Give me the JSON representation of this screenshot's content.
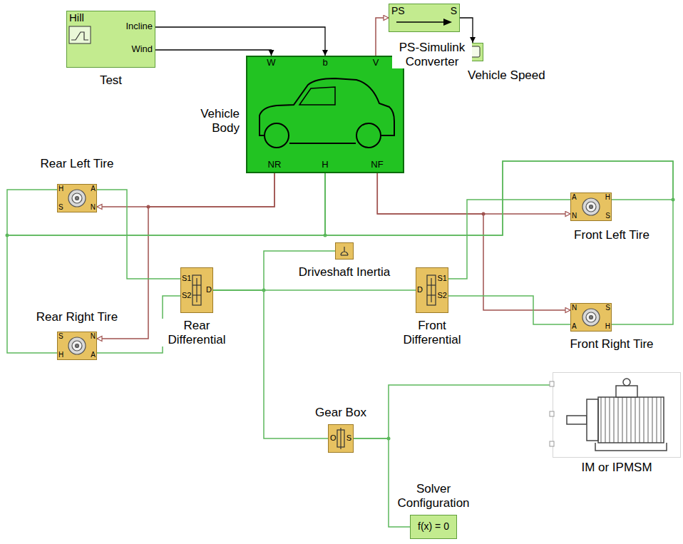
{
  "diagram": {
    "nodes": [
      {
        "text": [
          "Hill",
          "Incline",
          "Wind",
          "Test"
        ]
      },
      {
        "text": [
          "PS",
          "S",
          "PS-Simulink Converter"
        ]
      },
      {
        "text": [
          "Vehicle Speed"
        ]
      },
      {
        "text": [
          "W",
          "b",
          "V",
          "NR",
          "H",
          "NF",
          "Vehicle Body"
        ]
      },
      {
        "text": [
          "H",
          "A",
          "S",
          "N",
          "Rear Left Tire"
        ]
      },
      {
        "text": [
          "A",
          "H",
          "N",
          "S",
          "Front Left Tire"
        ]
      },
      {
        "text": [
          "Driveshaft Inertia"
        ]
      },
      {
        "text": [
          "S1",
          "S2",
          "D",
          "Rear Differential"
        ]
      },
      {
        "text": [
          "D",
          "S1",
          "S2",
          "Front Differential"
        ]
      },
      {
        "text": [
          "S",
          "N",
          "H",
          "A",
          "Rear Right Tire"
        ]
      },
      {
        "text": [
          "N",
          "S",
          "A",
          "H",
          "Front Right Tire"
        ]
      },
      {
        "text": [
          "O",
          "S",
          "Gear Box"
        ]
      },
      {
        "text": [
          "IM or IPMSM"
        ]
      },
      {
        "text": [
          "f(x) = 0",
          "Solver Configuration"
        ]
      }
    ],
    "edges": [
      {
        "from": 0,
        "to": 3,
        "arrow": "to"
      },
      {
        "from": 0,
        "to": 3,
        "arrow": "to"
      },
      {
        "from": 3,
        "to": 1,
        "arrow": "to"
      },
      {
        "from": 1,
        "to": 2,
        "arrow": "to"
      },
      {
        "from": 3,
        "to": 4,
        "arrow": "to"
      },
      {
        "from": 3,
        "to": 9,
        "arrow": "to"
      },
      {
        "from": 3,
        "to": 5,
        "arrow": "to"
      },
      {
        "from": 3,
        "to": 10,
        "arrow": "to"
      },
      {
        "from": 3,
        "to": 4,
        "arrow": "none"
      },
      {
        "from": 3,
        "to": 9,
        "arrow": "none"
      },
      {
        "from": 3,
        "to": 5,
        "arrow": "none"
      },
      {
        "from": 3,
        "to": 10,
        "arrow": "none"
      },
      {
        "from": 4,
        "to": 7,
        "arrow": "none"
      },
      {
        "from": 9,
        "to": 7,
        "arrow": "none"
      },
      {
        "from": 5,
        "to": 8,
        "arrow": "none"
      },
      {
        "from": 10,
        "to": 8,
        "arrow": "none"
      },
      {
        "from": 7,
        "to": 8,
        "arrow": "none"
      },
      {
        "from": 7,
        "to": 6,
        "arrow": "none"
      },
      {
        "from": 7,
        "to": 11,
        "arrow": "none"
      },
      {
        "from": 11,
        "to": 12,
        "arrow": "none"
      },
      {
        "from": 11,
        "to": 13,
        "arrow": "none"
      }
    ]
  }
}
